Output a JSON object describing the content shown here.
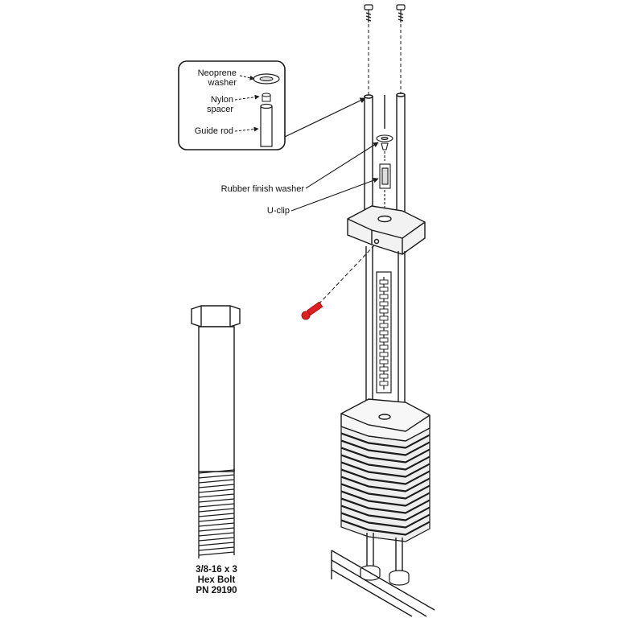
{
  "callout": {
    "neoprene_washer": [
      "Neoprene",
      "washer"
    ],
    "nylon_spacer": [
      "Nylon",
      "spacer"
    ],
    "guide_rod": "Guide rod"
  },
  "labels": {
    "rubber_finish_washer": "Rubber finish washer",
    "u_clip": "U-clip"
  },
  "bolt": {
    "size": "3/8-16  x  3",
    "type": "Hex  Bolt",
    "part_number": "PN  29190"
  },
  "colors": {
    "line": "#1a1a1a",
    "bolt_pin": "#e02020",
    "stack_fill": "#eeeeee"
  }
}
